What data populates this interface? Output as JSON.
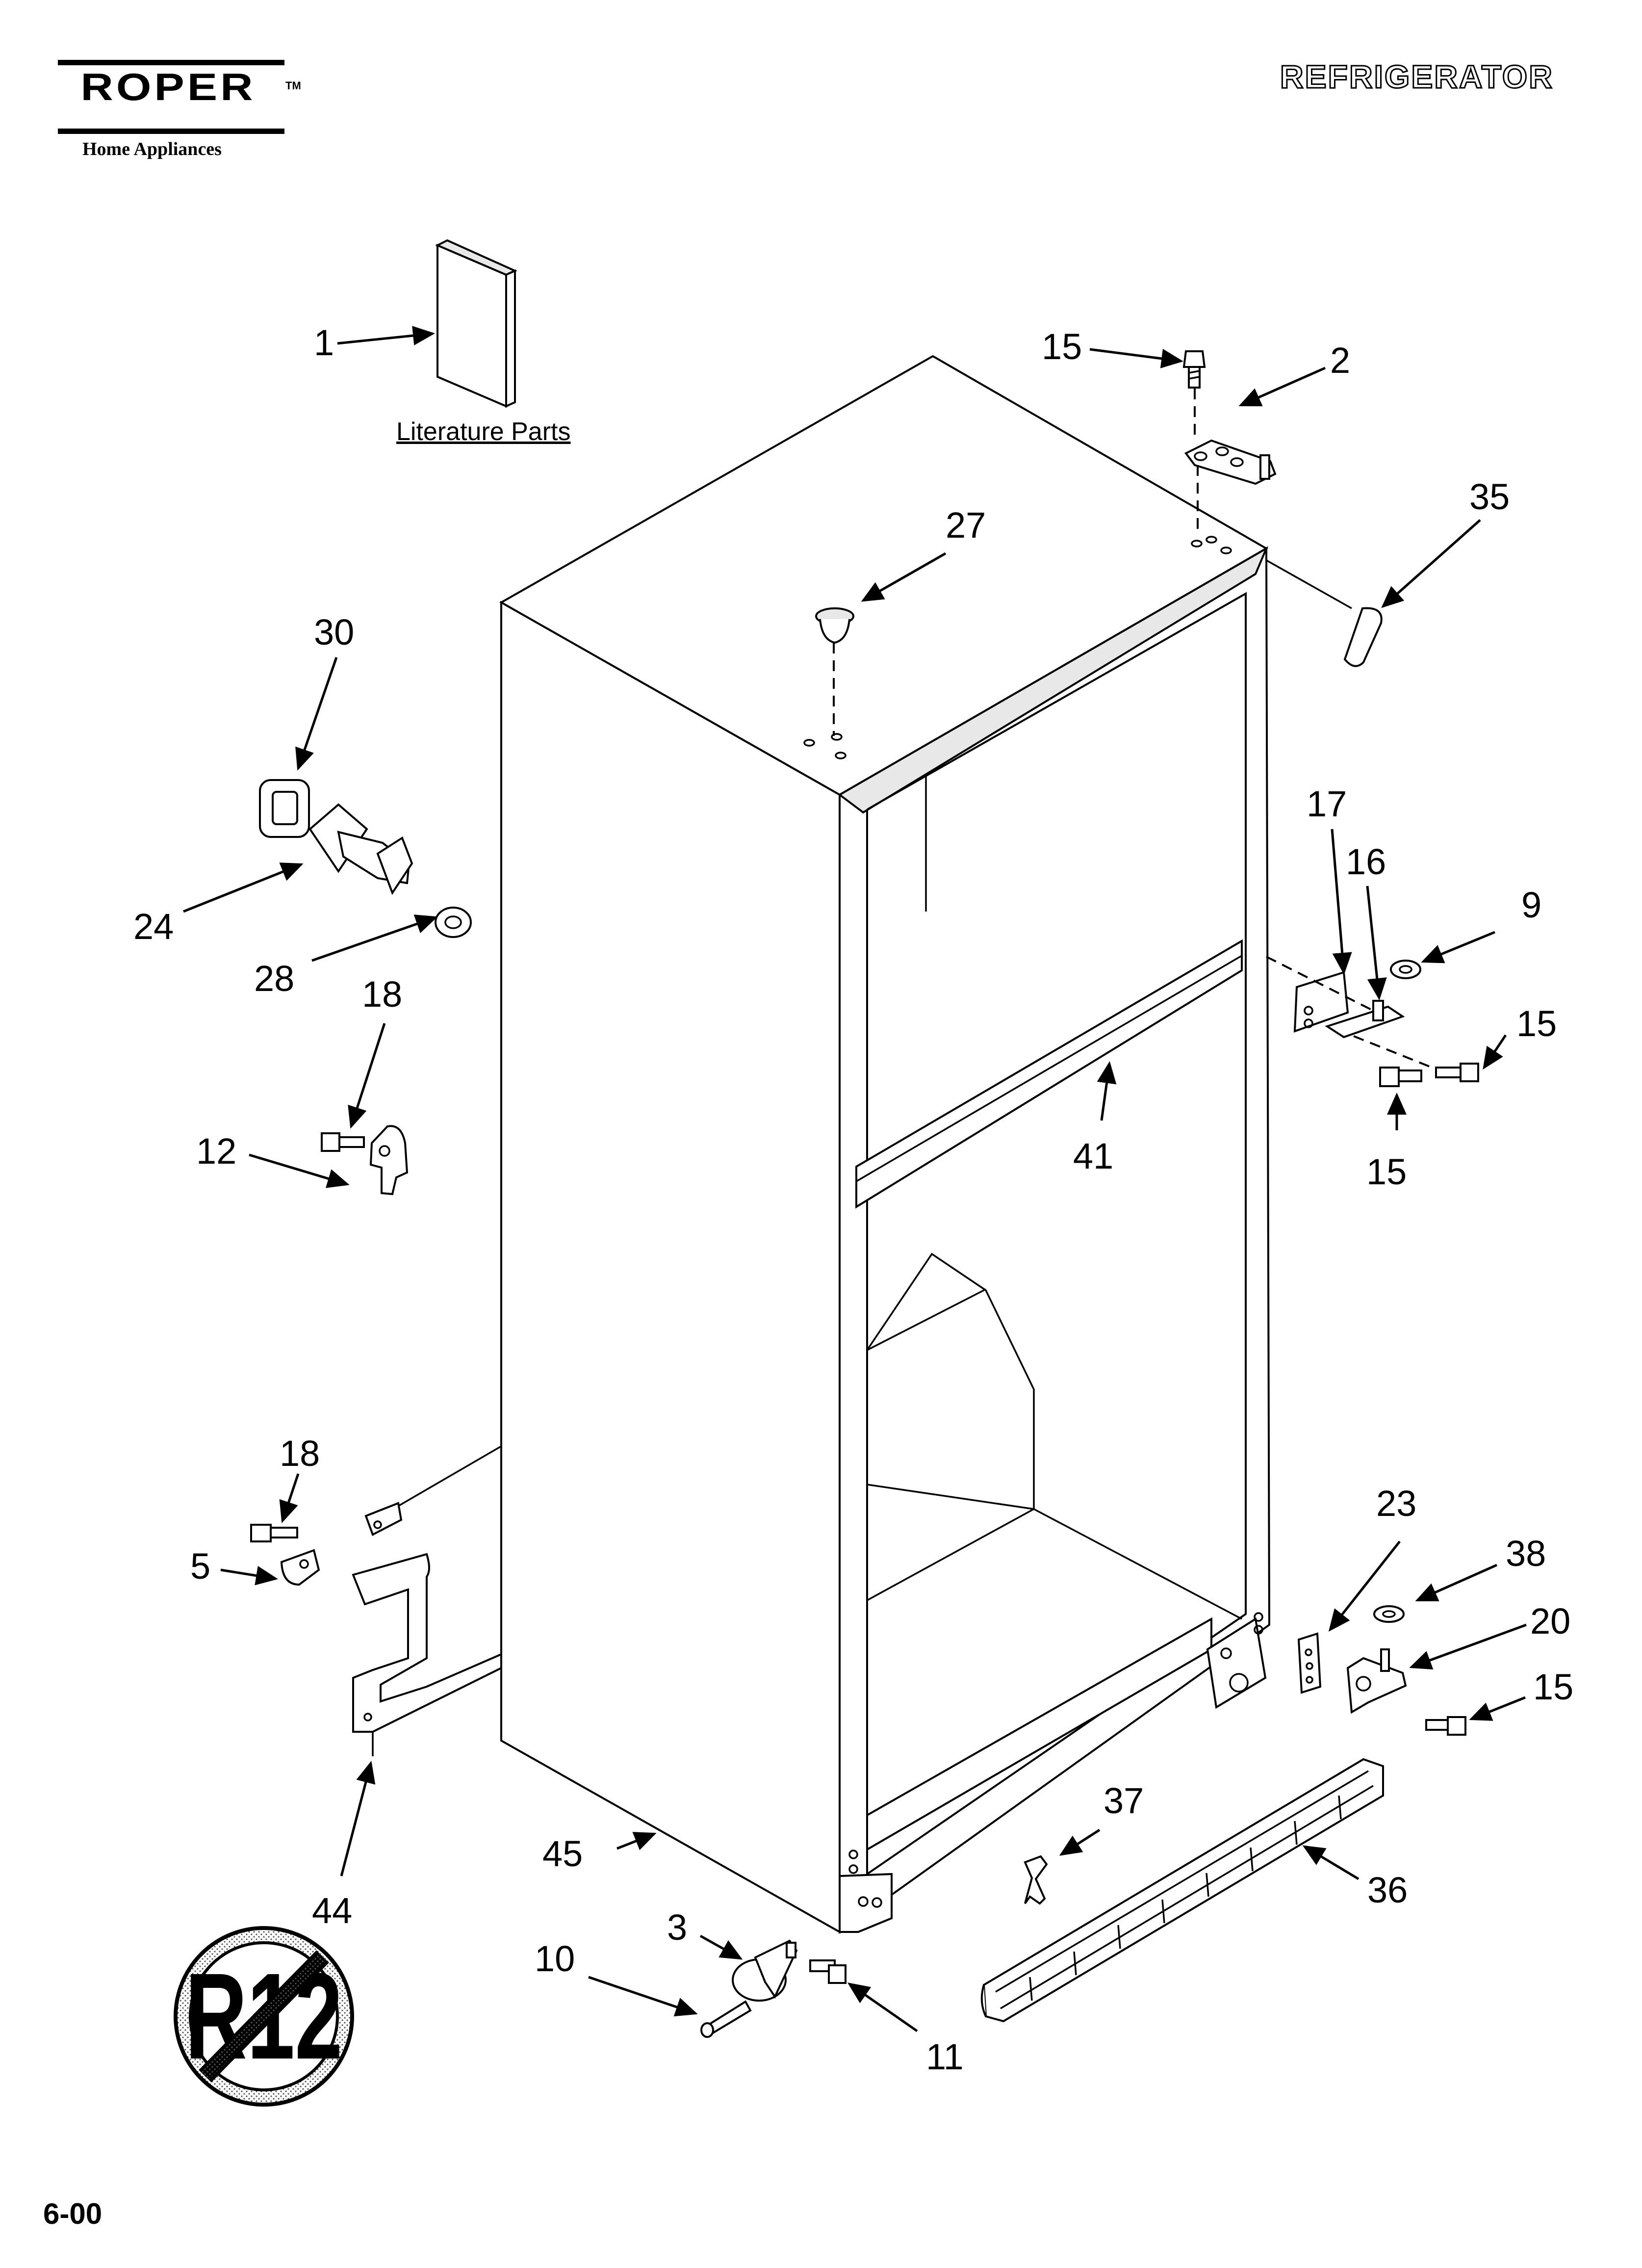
{
  "brand": {
    "name": "ROPER",
    "trademark": "TM",
    "subtitle": "Home Appliances"
  },
  "title": "REFRIGERATOR",
  "literature_label": "Literature Parts",
  "date_code": "6-00",
  "badge_text": "R12",
  "callouts": [
    "1",
    "15",
    "2",
    "27",
    "35",
    "30",
    "24",
    "28",
    "18",
    "12",
    "41",
    "17",
    "16",
    "9",
    "15",
    "15",
    "18",
    "5",
    "44",
    "45",
    "23",
    "38",
    "20",
    "15",
    "37",
    "36",
    "3",
    "10",
    "11"
  ]
}
